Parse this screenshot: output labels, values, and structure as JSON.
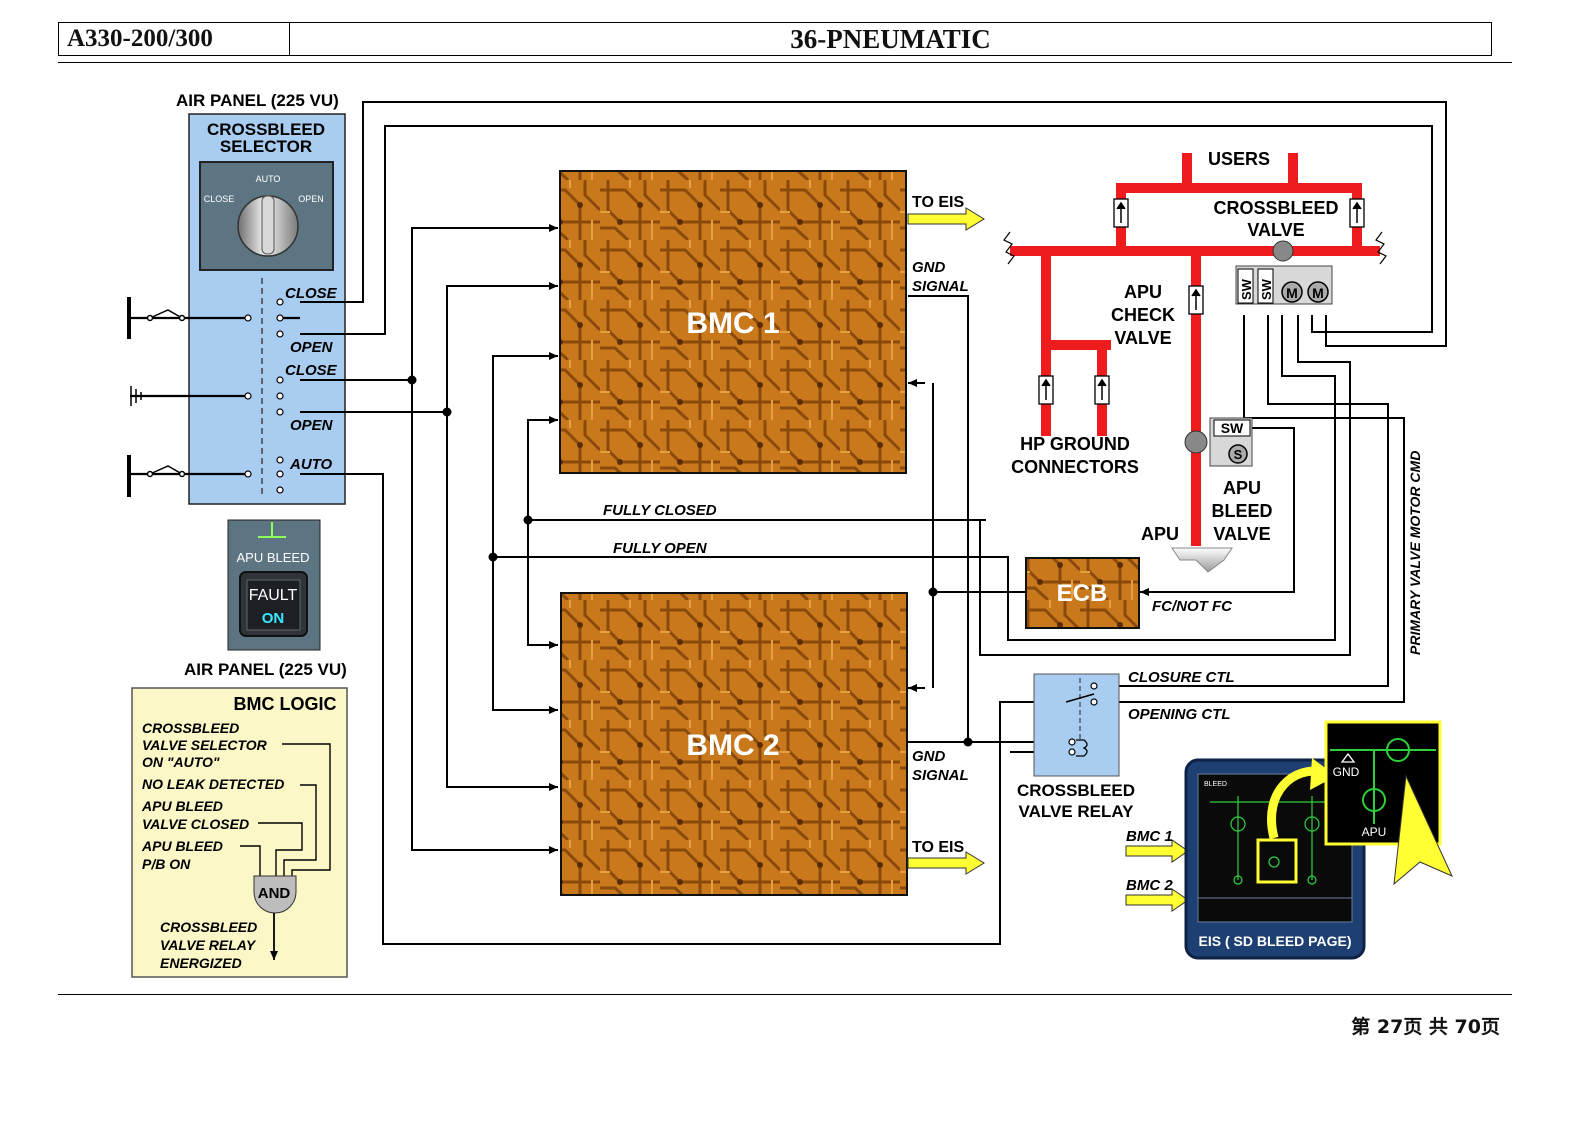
{
  "header": {
    "model": "A330-200/300",
    "chapter": "36-PNEUMATIC"
  },
  "footer": {
    "page_label": "第 27页  共 70页"
  },
  "air_panel": {
    "top_title": "AIR PANEL (225 VU)",
    "bottom_title": "AIR PANEL (225 VU)",
    "selector_title_line1": "CROSSBLEED",
    "selector_title_line2": "SELECTOR",
    "knob_positions": {
      "close": "CLOSE",
      "auto": "AUTO",
      "open": "OPEN"
    },
    "contacts": {
      "close1": "CLOSE",
      "open1": "OPEN",
      "close2": "CLOSE",
      "open2": "OPEN",
      "auto": "AUTO"
    }
  },
  "apu_bleed_pb": {
    "title": "APU BLEED",
    "fault": "FAULT",
    "on": "ON"
  },
  "bmc_logic": {
    "title": "BMC LOGIC",
    "conditions": [
      {
        "line1": "CROSSBLEED",
        "line2": "VALVE SELECTOR",
        "line3": "ON \"AUTO\""
      },
      {
        "line1": "NO LEAK DETECTED"
      },
      {
        "line1": "APU BLEED",
        "line2": "VALVE CLOSED"
      },
      {
        "line1": "APU BLEED",
        "line2": "P/B ON"
      }
    ],
    "gate": "AND",
    "result": [
      "CROSSBLEED",
      "VALVE RELAY",
      "ENERGIZED"
    ]
  },
  "bmc": {
    "bmc1": "BMC 1",
    "bmc2": "BMC 2"
  },
  "signals": {
    "to_eis_1": "TO EIS",
    "to_eis_2": "TO EIS",
    "gnd1": "GND",
    "signal1": "SIGNAL",
    "gnd2": "GND",
    "signal2": "SIGNAL",
    "fully_closed": "FULLY CLOSED",
    "fully_open": "FULLY OPEN",
    "fc_not_fc": "FC/NOT FC",
    "closure_ctl": "CLOSURE CTL",
    "opening_ctl": "OPENING CTL",
    "primary_cmd": "PRIMARY VALVE MOTOR CMD"
  },
  "pneumatic": {
    "users": "USERS",
    "crossbleed_valve": [
      "CROSSBLEED",
      "VALVE"
    ],
    "apu_check_valve": [
      "APU",
      "CHECK",
      "VALVE"
    ],
    "hp_ground": [
      "HP GROUND",
      "CONNECTORS"
    ],
    "apu_bleed_valve": [
      "APU",
      "BLEED",
      "VALVE"
    ],
    "apu": "APU",
    "sw": "SW",
    "m": "M",
    "s": "S"
  },
  "ecb": "ECB",
  "relay": [
    "CROSSBLEED",
    "VALVE RELAY"
  ],
  "eis": {
    "bmc1": "BMC 1",
    "bmc2": "BMC 2",
    "caption": "EIS ( SD BLEED PAGE)",
    "zoom_gnd": "GND",
    "zoom_apu": "APU",
    "screen_title": "BLEED"
  },
  "colors": {
    "duct_red": "#ee1c1c",
    "panel_blue": "#a9cdf0",
    "logic_yellow": "#fbf7c7",
    "board_orange": "#c8781a",
    "arrow_yellow": "#ffff33"
  }
}
